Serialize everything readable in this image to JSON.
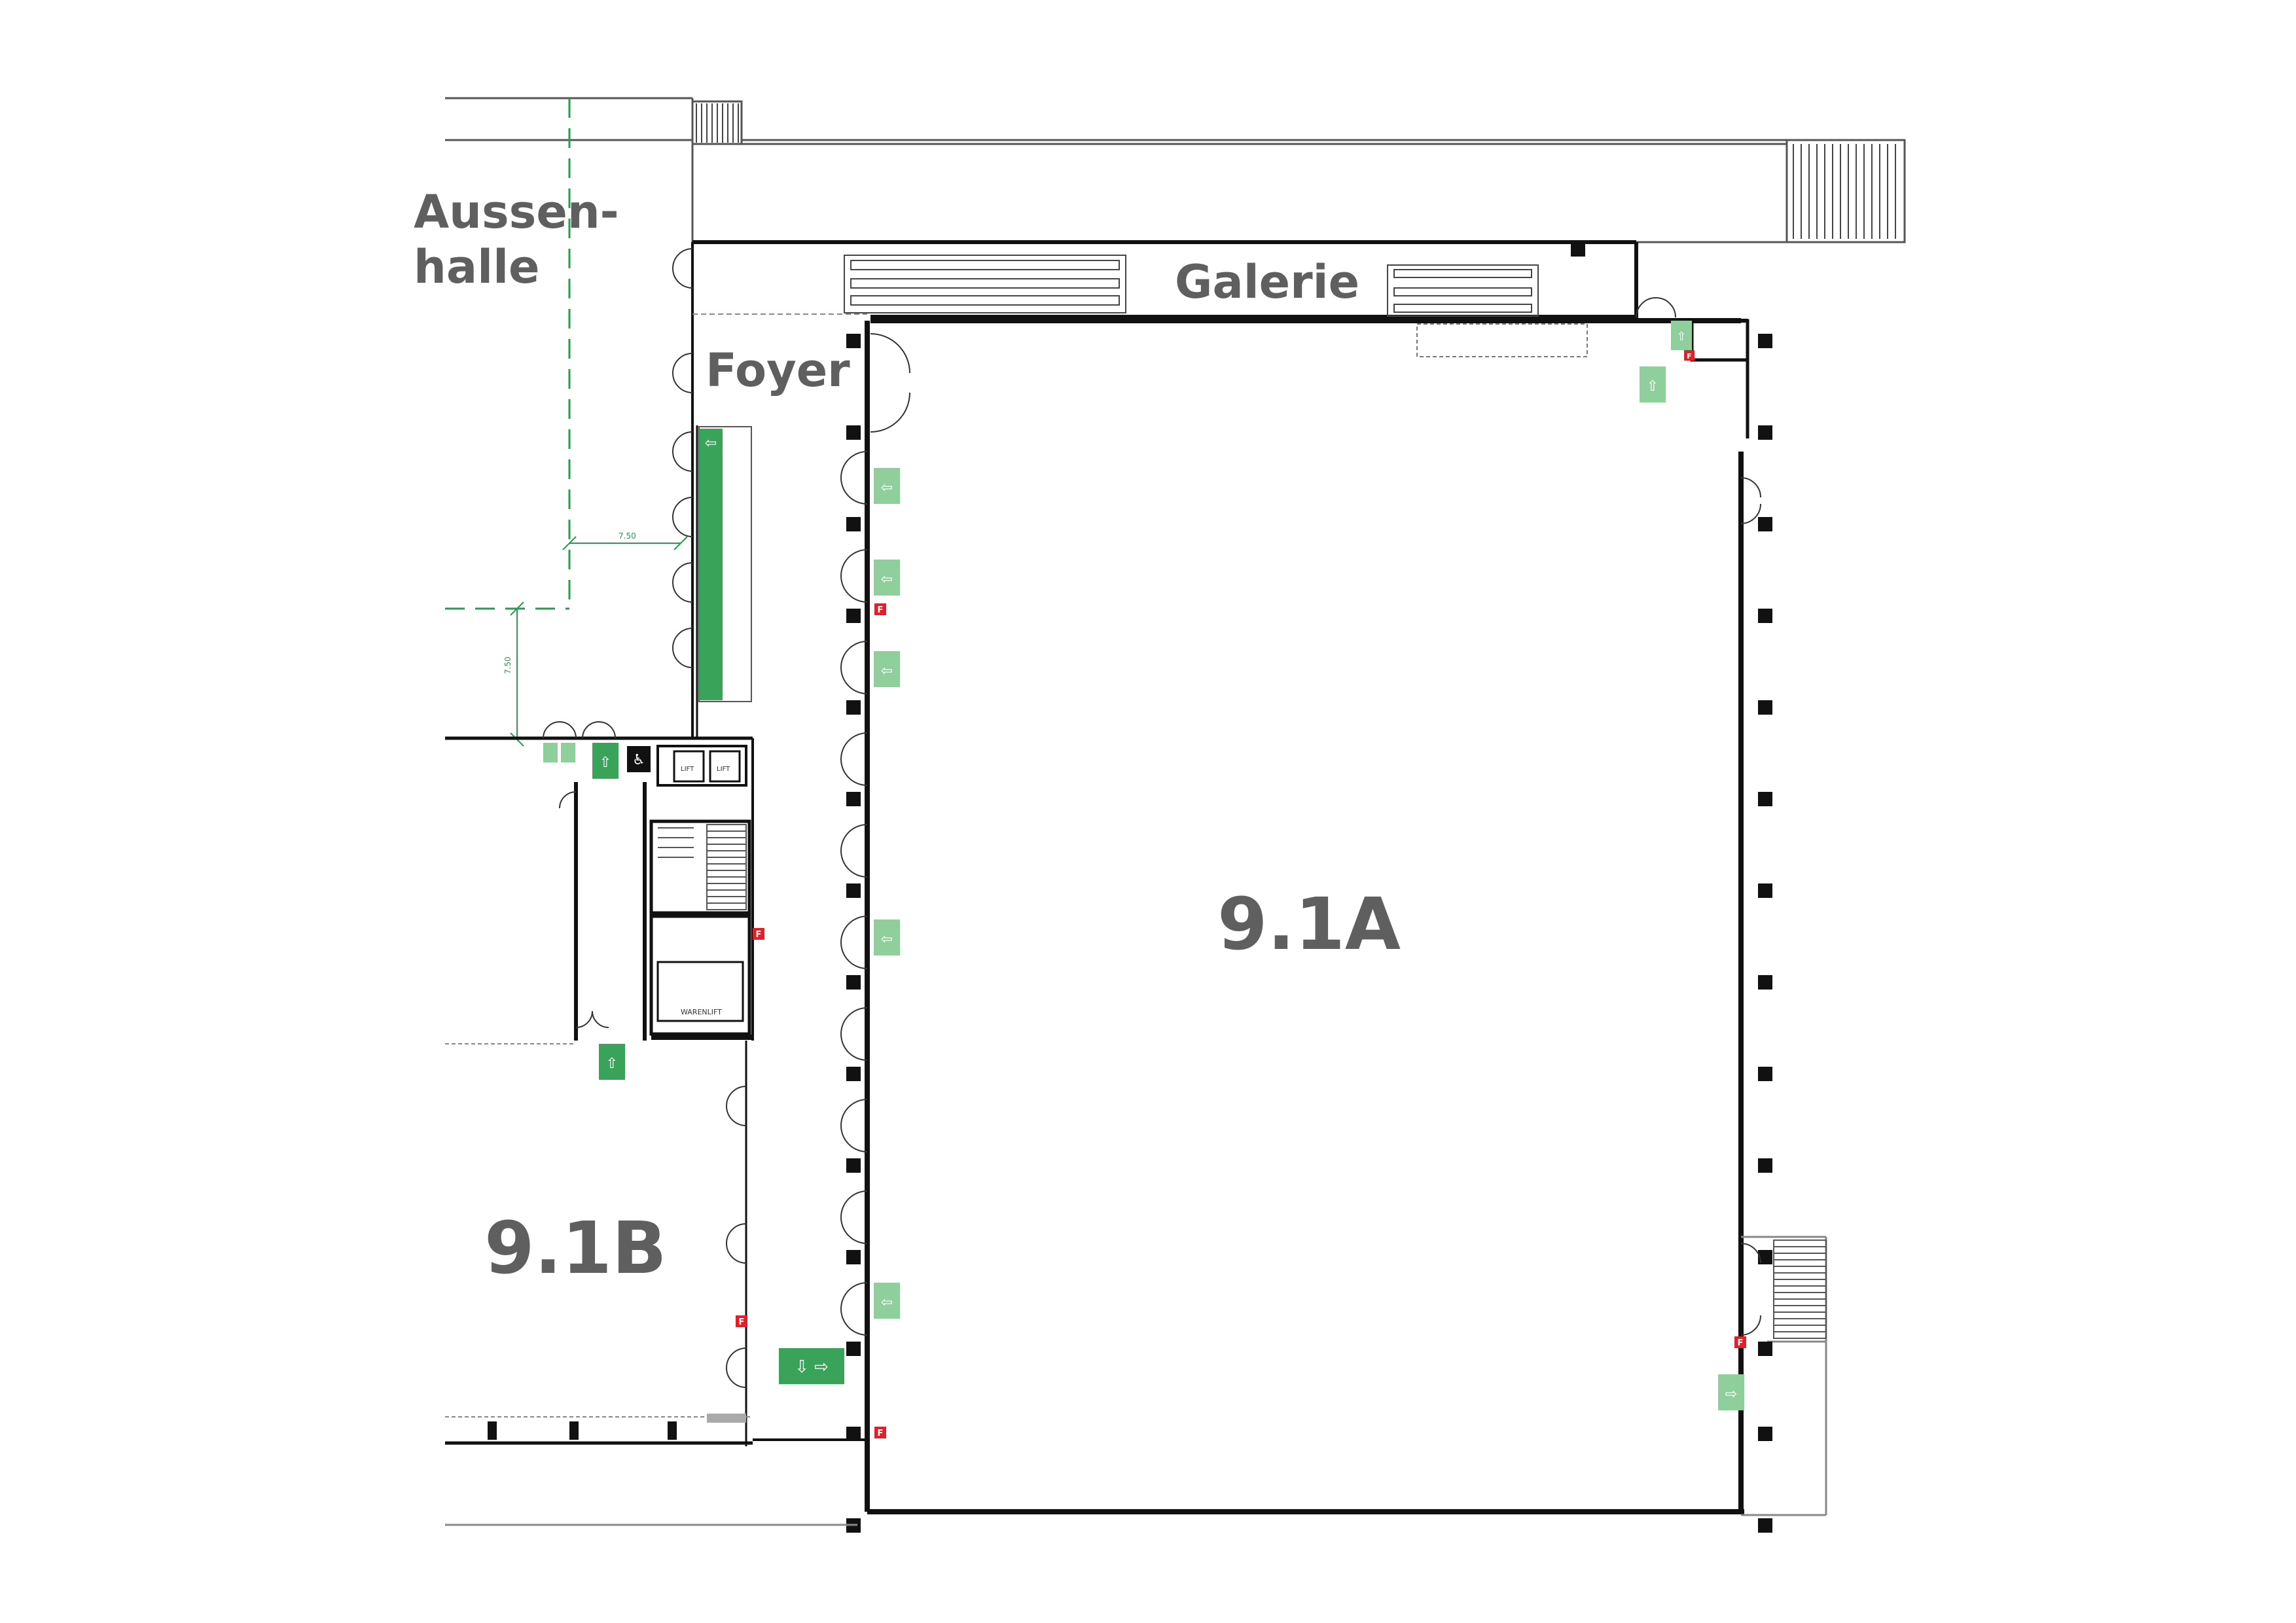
{
  "rooms": {
    "aussenhalle_line1": "Aussen-",
    "aussenhalle_line2": "halle",
    "galerie": "Galerie",
    "foyer": "Foyer",
    "hall_a": "9.1A",
    "hall_b": "9.1B"
  },
  "elevators": {
    "lift_1": "LIFT",
    "lift_2": "LIFT",
    "freight": "WARENLIFT"
  },
  "dimensions": {
    "horizontal": "7.50",
    "vertical": "7.50"
  },
  "markers": {
    "fire_extinguisher_letter": "F"
  },
  "colors": {
    "wall": "#111111",
    "thin_line": "#555555",
    "label_grey": "#5f5f5f",
    "exit_green": "#3aa35a",
    "exit_green_light": "#8fcf9c",
    "dimension_green": "#2a9a52",
    "fire_red": "#e2202a"
  },
  "icons": {
    "exit": "emergency-exit-sign-icon",
    "fire": "fire-extinguisher-icon",
    "wheelchair": "wheelchair-icon"
  }
}
